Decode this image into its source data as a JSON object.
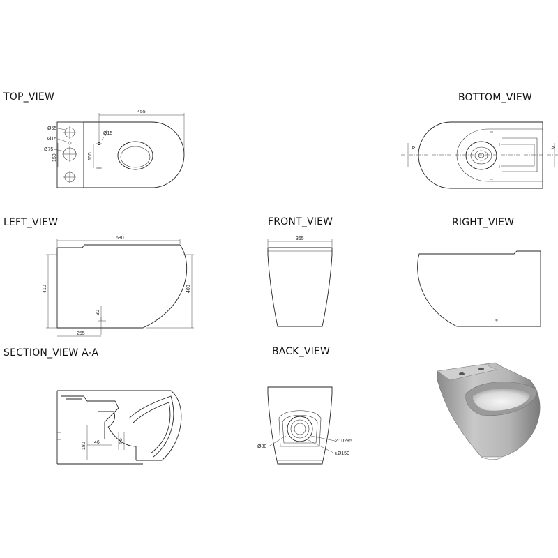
{
  "views": {
    "top": "TOP_VIEW",
    "bottom": "BOTTOM_VIEW",
    "left": "LEFT_VIEW",
    "front": "FRONT_VIEW",
    "right": "RIGHT_VIEW",
    "section": "SECTION_VIEW  A-A",
    "back": "BACK_VIEW"
  },
  "dimensions": {
    "top_length": "455",
    "top_d55": "Ø55",
    "top_d15a": "Ø15",
    "top_d75": "Ø75",
    "top_150": "150",
    "top_d15b": "Ø15",
    "top_155": "155",
    "left_length": "680",
    "left_height_back": "410",
    "left_height_front": "400",
    "left_30": "30",
    "left_255": "255",
    "front_width": "365",
    "section_180": "180",
    "section_46": "46",
    "section_55": "55",
    "back_d80": "Ø80",
    "back_d102": "Ø102±5",
    "back_d150": "≥Ø150",
    "section_marker": "A"
  }
}
